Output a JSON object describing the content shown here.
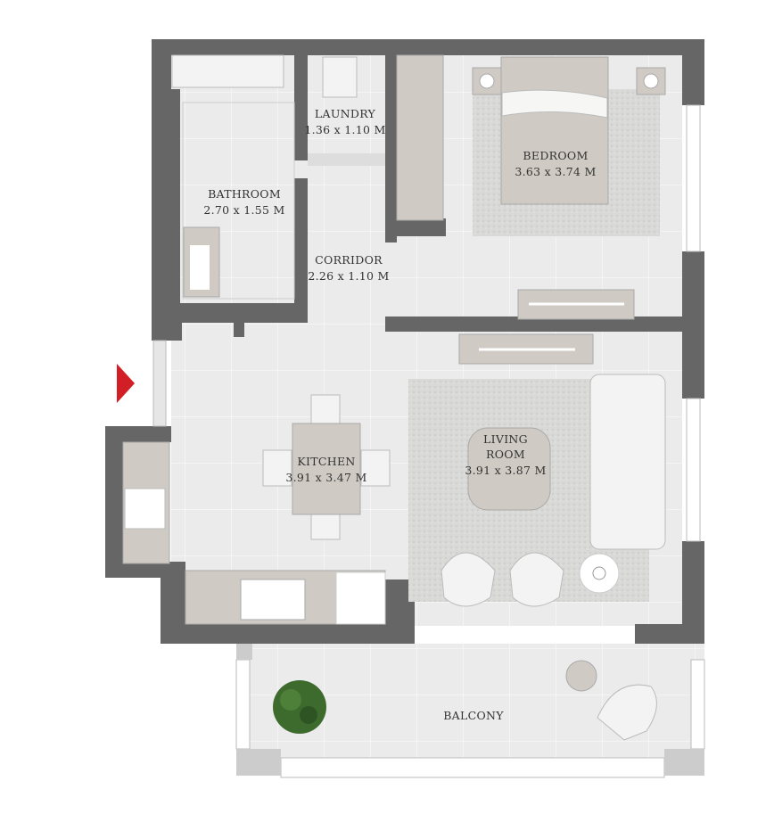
{
  "plan": {
    "rooms": [
      {
        "name": "LAUNDRY",
        "size": "1.36 x 1.10 M"
      },
      {
        "name": "BEDROOM",
        "size": "3.63 x 3.74 M"
      },
      {
        "name": "BATHROOM",
        "size": "2.70 x 1.55 M"
      },
      {
        "name": "CORRIDOR",
        "size": "2.26 x 1.10 M"
      },
      {
        "name": "KITCHEN",
        "size": "3.91 x 3.47 M"
      },
      {
        "name": "LIVING",
        "name2": "ROOM",
        "size": "3.91 x 3.87 M"
      },
      {
        "name": "BALCONY"
      }
    ],
    "colors": {
      "wall": "#666666",
      "floor": "#ebebeb",
      "entrance_marker": "#d21f26",
      "plant": "#3d6b2e"
    }
  }
}
